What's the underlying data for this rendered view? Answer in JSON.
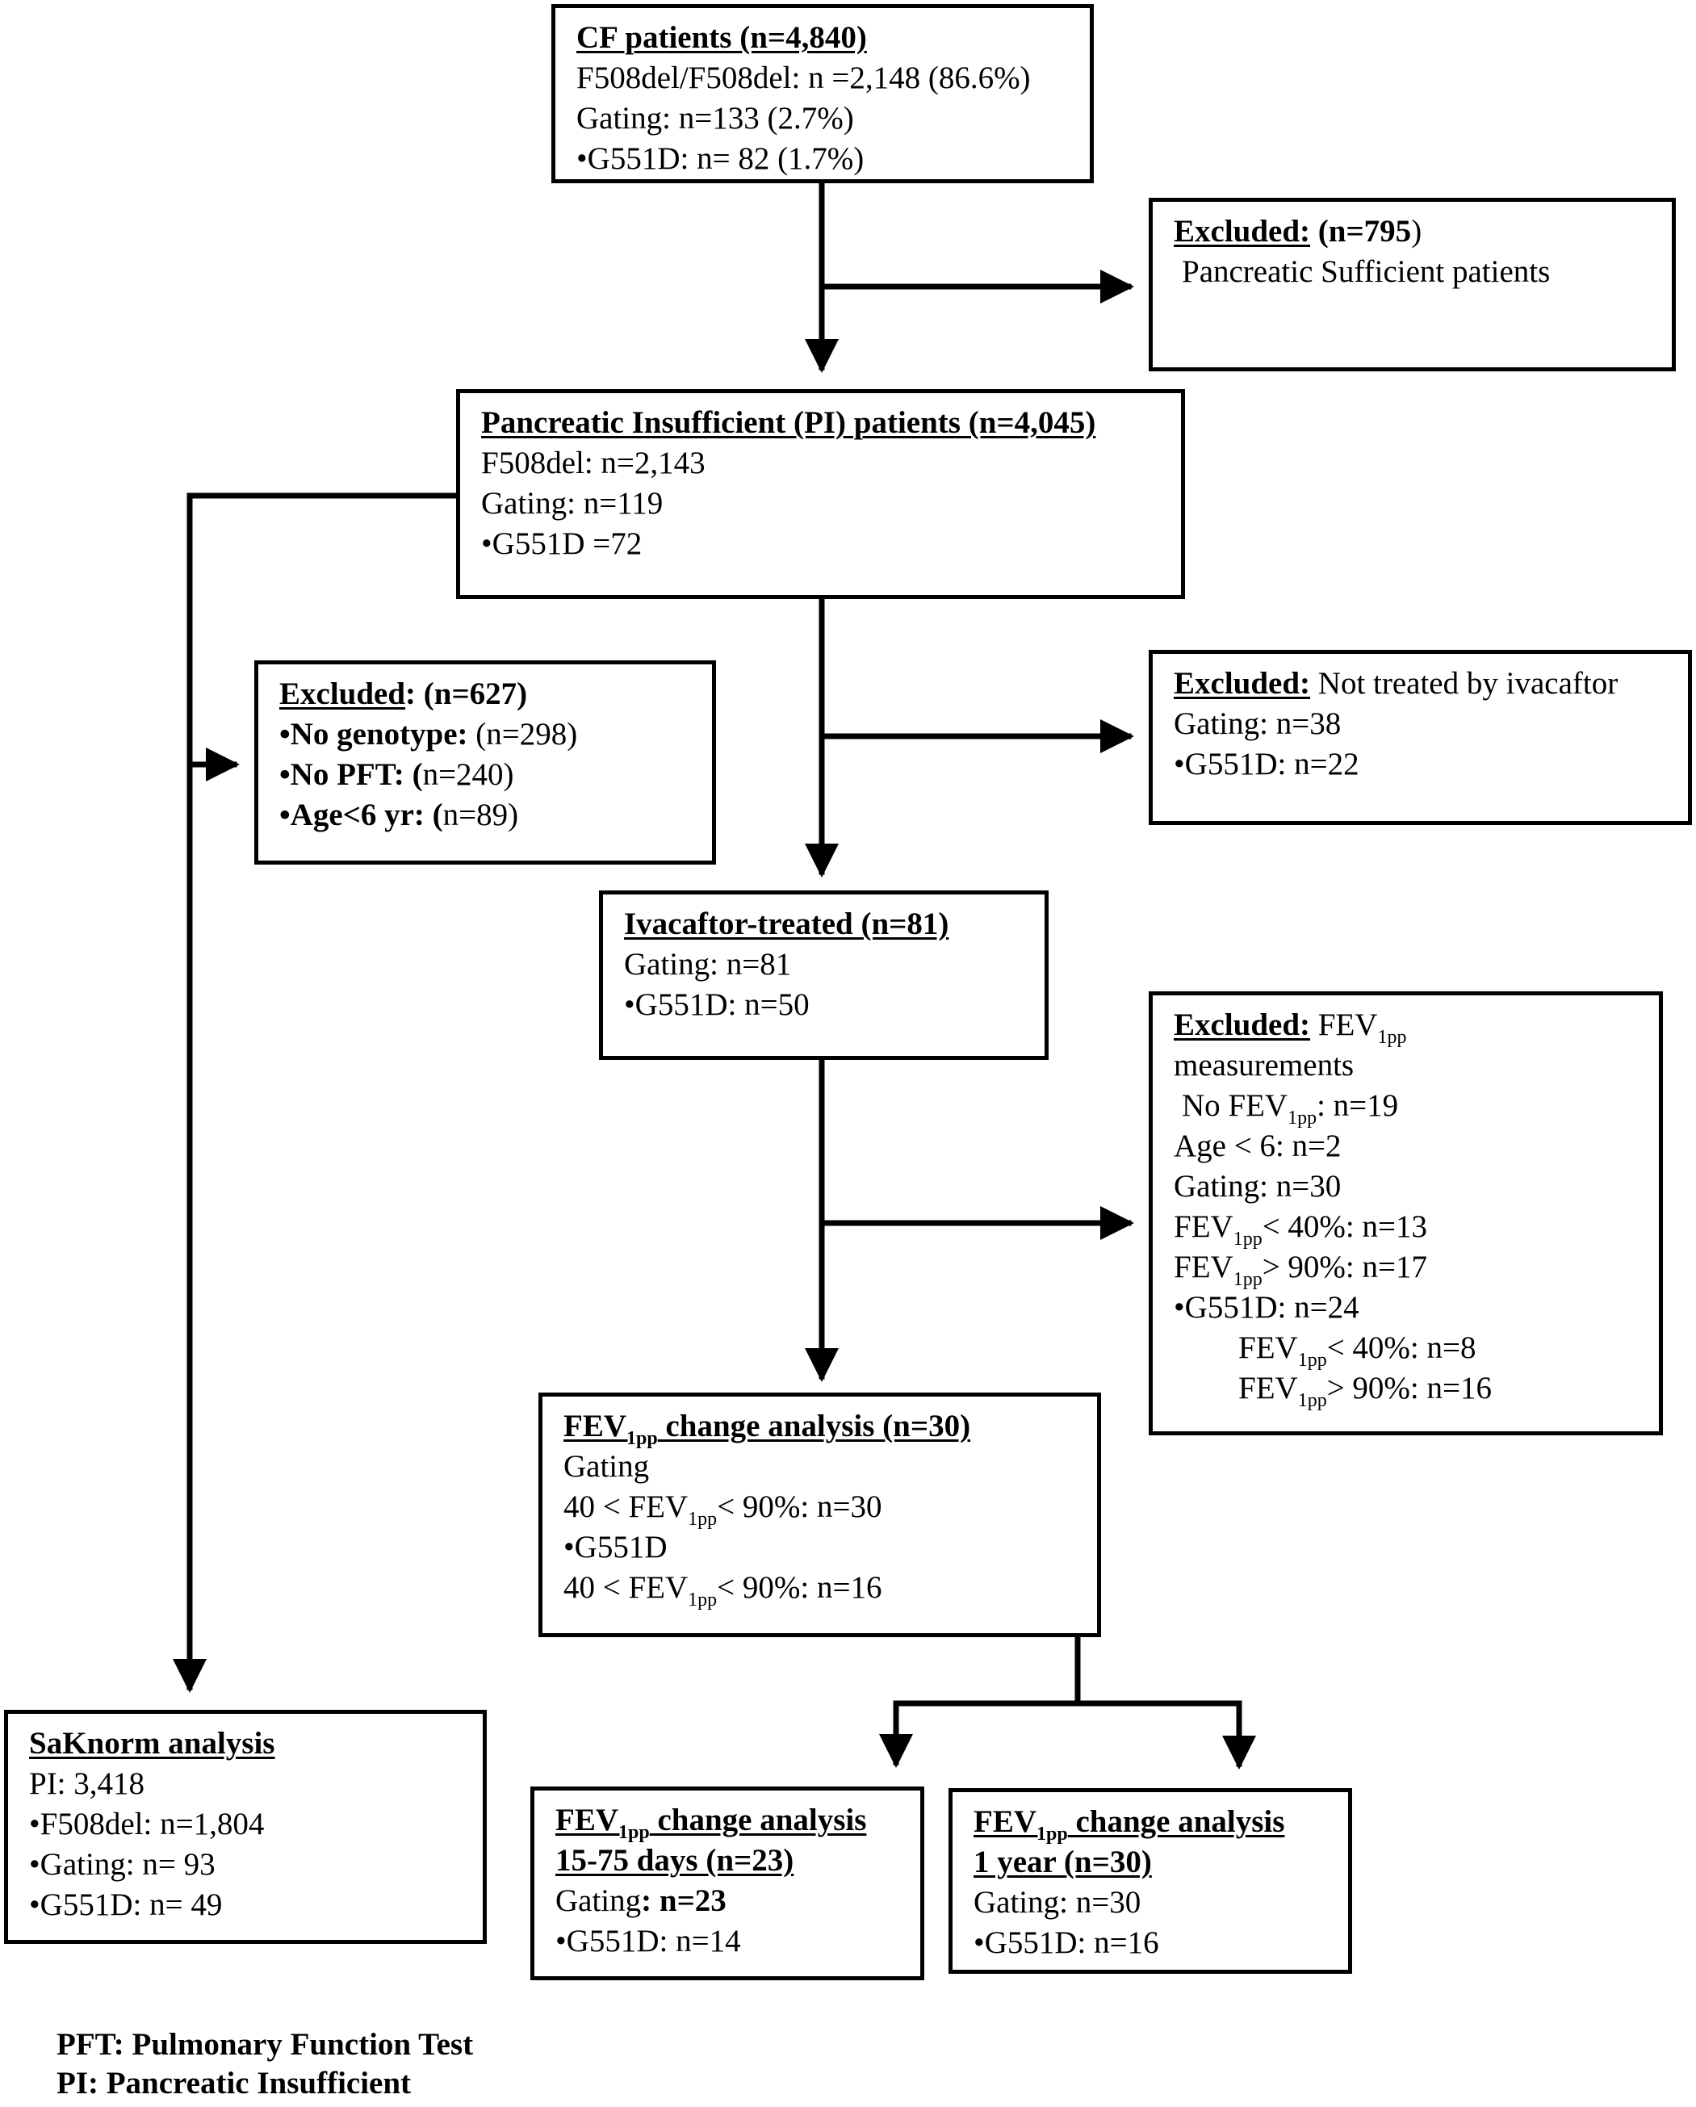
{
  "cf": {
    "title": "CF patients (n=4,840)",
    "l1": "F508del/F508del: n =2,148 (86.6%)",
    "l2": "Gating:  n=133 (2.7%)",
    "l3": "•G551D: n= 82 (1.7%)"
  },
  "ex1": {
    "title": "Excluded:",
    "count_a": " (n=795",
    "count_b": ")",
    "l1": "Pancreatic Sufficient patients"
  },
  "pi": {
    "title": "Pancreatic Insufficient (PI) patients (n=4,045)",
    "l1": "F508del:  n=2,143",
    "l2": "Gating: n=119",
    "l3": "•G551D =72"
  },
  "ex2": {
    "title": "Excluded",
    "title_rest": ": (n=627)",
    "l1_label": "•No genotype:",
    "l1_val": " (n=298)",
    "l2_label": "•No PFT: (",
    "l2_val": "n=240)",
    "l3_label": "•Age<6 yr: (",
    "l3_val": "n=89)"
  },
  "ex3": {
    "title": "Excluded:",
    "title_rest": " Not treated by ivacaftor",
    "l1": "Gating: n=38",
    "l2": "•G551D: n=22"
  },
  "iva": {
    "title": "Ivacaftor-treated (n=81)",
    "l1": "Gating: n=81",
    "l2": "•G551D: n=50"
  },
  "ex4": {
    "title": "Excluded:",
    "fev": " FEV",
    "sub": "1pp",
    "l1": "measurements",
    "l2_a": "No FEV",
    "l2_b": ": n=19",
    "l3": "Age < 6: n=2",
    "l4": "Gating: n=30",
    "l5_a": "FEV",
    "l5_b": "< 40%: n=13",
    "l6_a": "FEV",
    "l6_b": "> 90%: n=17",
    "l7": "•G551D: n=24",
    "l8_a": "FEV",
    "l8_b": "< 40%: n=8",
    "l9_a": "FEV",
    "l9_b": "> 90%: n=16"
  },
  "fev": {
    "title_a": "FEV",
    "sub": "1pp",
    "title_b": " change analysis (n=30)",
    "l1": "Gating",
    "l2_a": "40 < FEV",
    "l2_b": "< 90%: n=30",
    "l3": "•G551D",
    "l4_a": "40 < FEV",
    "l4_b": "< 90%: n=16"
  },
  "sak": {
    "title": "SaKnorm analysis",
    "l1": "PI: 3,418",
    "l2": "•F508del: n=1,804",
    "l3": "•Gating: n= 93",
    "l4": "•G551D: n= 49"
  },
  "f15": {
    "title_a": "FEV",
    "sub": "1pp",
    "title_b": " change analysis",
    "title2": "15-75 days (n=23)",
    "l1_a": "Gating",
    "l1_b": ": n=23",
    "l2": "•G551D: n=14"
  },
  "f1y": {
    "title_a": "FEV",
    "sub": "1pp",
    "title_b": " change analysis",
    "title2": "1 year (n=30)",
    "l1": "Gating: n=30",
    "l2": "•G551D: n=16"
  },
  "footer": {
    "pft": "PFT: Pulmonary Function Test",
    "pi": "PI: Pancreatic Insufficient"
  }
}
